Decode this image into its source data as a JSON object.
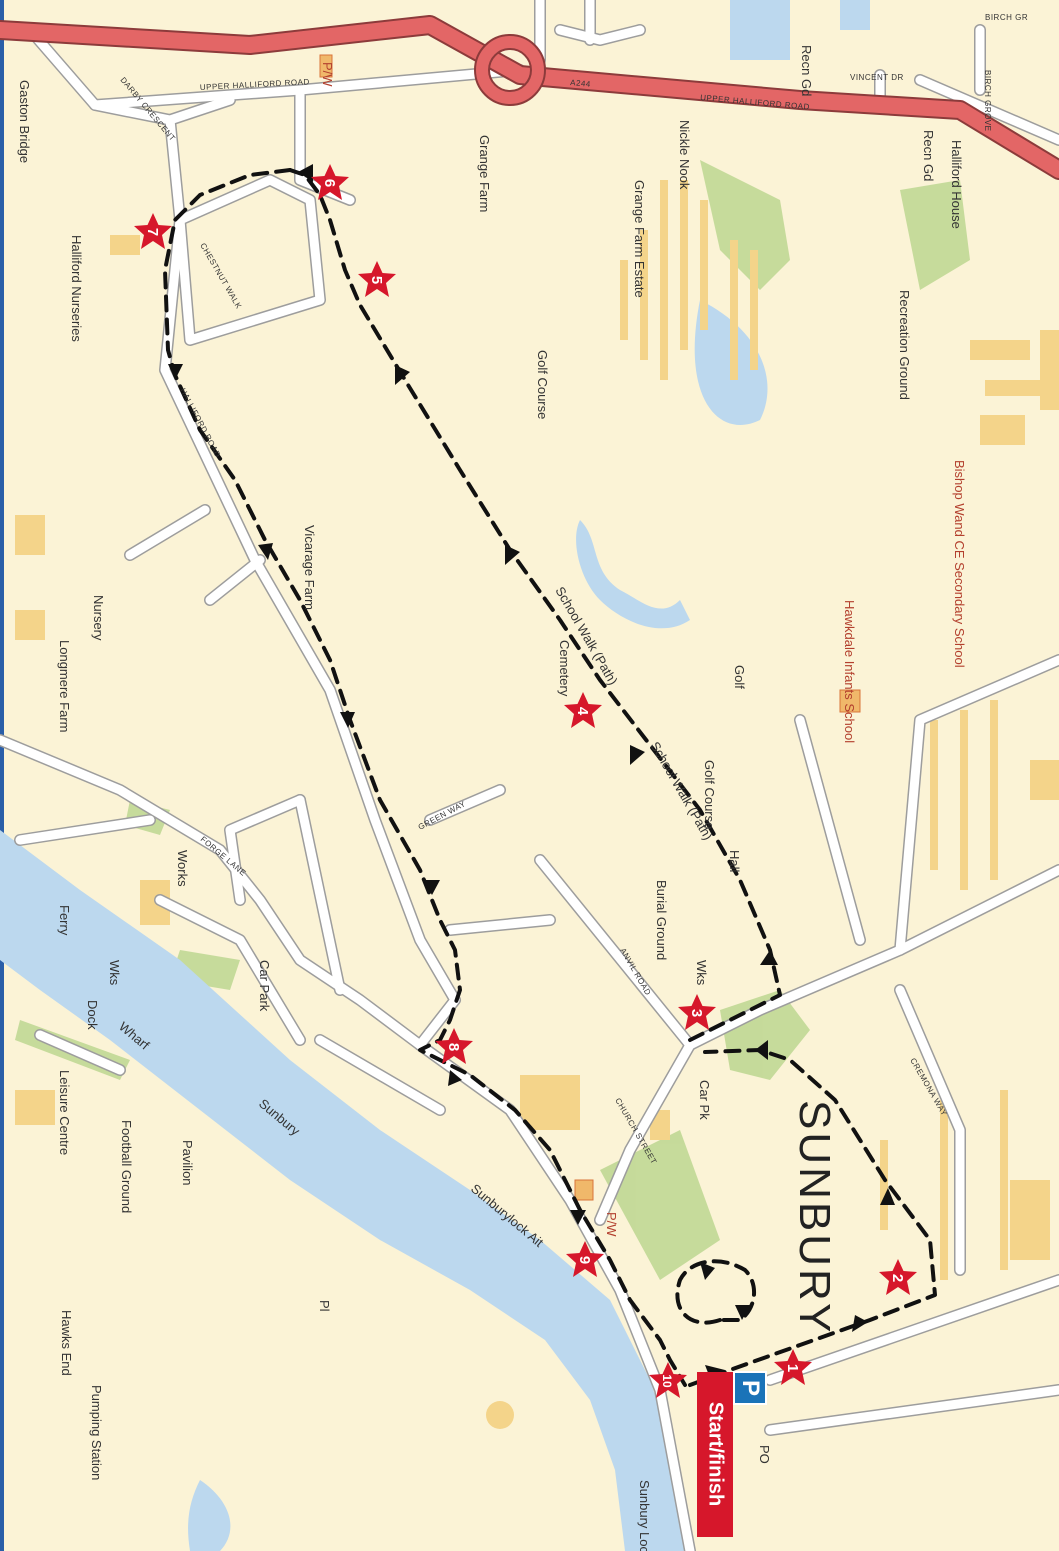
{
  "labels": {
    "upper_halliford_road_main": "UPPER HALLIFORD ROAD",
    "upper_halliford_road_north": "UPPER HALLIFORD ROAD",
    "a244": "A244",
    "vincent_dr": "VINCENT DR",
    "birch_gr": "BIRCH GR",
    "birch_grove": "BIRCH GROVE",
    "gaston_bridge": "Gaston Bridge",
    "halliford_nurseries": "Halliford Nurseries",
    "grange_farm": "Grange Farm",
    "grange_farm_estate": "Grange Farm Estate",
    "nickle_nook": "Nickle Nook",
    "recn_gd_1": "Recn Gd",
    "recn_gd_2": "Recn Gd",
    "halliford_house": "Halliford House",
    "golf_course": "Golf Course",
    "recreation_ground": "Recreation Ground",
    "bishop_wand": "Bishop Wand CE Secondary School",
    "hawkdale": "Hawkdale Infants School",
    "vicarage_farm": "Vicarage Farm",
    "nursery": "Nursery",
    "longmere_farm": "Longmere Farm",
    "cemetery": "Cemetery",
    "school_walk_1": "School Walk (Path)",
    "school_walk_2": "School Walk (Path)",
    "golf": "Golf",
    "golf_course_2": "Golf Course",
    "hall": "Hall",
    "works": "Works",
    "burial_ground": "Burial Ground",
    "wks": "Wks",
    "wks2": "Wks",
    "car_park": "Car Park",
    "car_pk": "Car Pk",
    "ferry": "Ferry",
    "dock": "Dock",
    "wharf": "Wharf",
    "leisure_centre": "Leisure Centre",
    "football_ground": "Football Ground",
    "pavilion": "Pavilion",
    "sunbury_river": "Sunbury",
    "sunbury_lock_ait": "Sunburylock Ait",
    "pw_1": "P/W",
    "pw_2": "P/W",
    "pl": "Pl",
    "hawks_end": "Hawks End",
    "pumping_station": "Pumping Station",
    "sunbury_lock": "Sunbury Lock",
    "po": "PO",
    "halliford_road": "HALLIFORD ROAD",
    "green_way": "GREEN WAY",
    "forge_lane": "FORGE LANE",
    "chestnut_walk": "CHESTNUT WALK",
    "darby_crescent": "DARBY CRESCENT",
    "cremona_way": "CREMONA WAY",
    "anvil_road": "ANVIL ROAD",
    "church_street": "CHURCH STREET",
    "sunbury_town": "SUNBURY",
    "start_finish": "Start/finish",
    "parking": "P"
  },
  "waypoints": [
    "1",
    "2",
    "3",
    "4",
    "5",
    "6",
    "7",
    "8",
    "9",
    "10"
  ],
  "colors": {
    "background": "#fbf3d6",
    "water": "#bcd8ee",
    "main_road": "#e36666",
    "road": "#ffffff",
    "road_casing": "#9d9d9d",
    "green": "#bcd690",
    "building": "#f4d48a",
    "route": "#111111",
    "star": "#d6172b",
    "parking": "#1a73b8"
  }
}
